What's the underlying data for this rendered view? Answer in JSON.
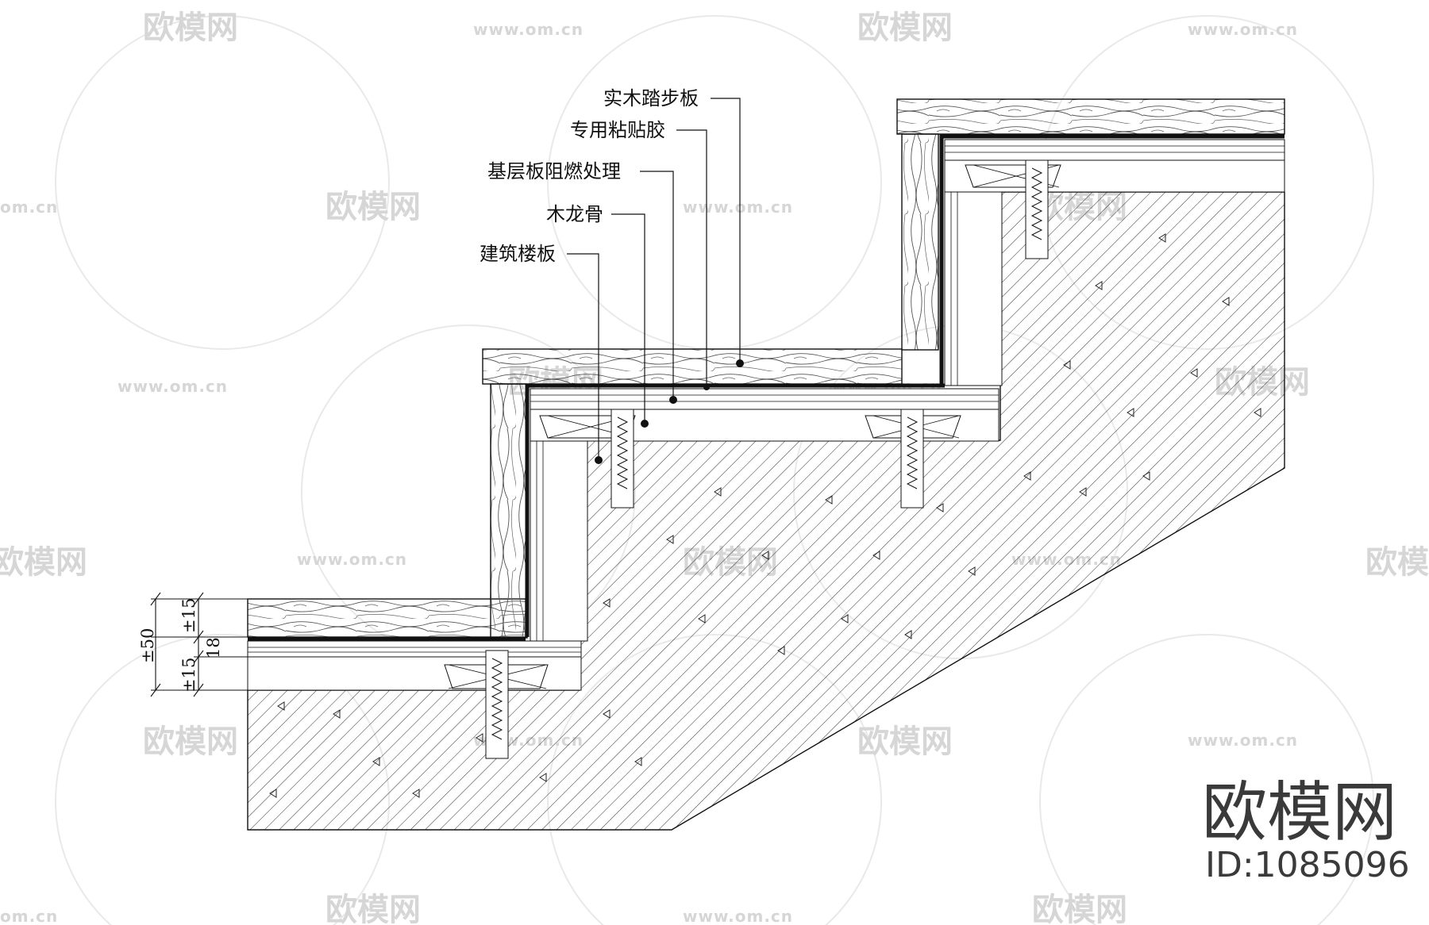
{
  "labels": [
    {
      "text": "实木踏步板"
    },
    {
      "text": "专用粘贴胶"
    },
    {
      "text": "基层板阻燃处理"
    },
    {
      "text": "木龙骨"
    },
    {
      "text": "建筑楼板"
    }
  ],
  "dimensions": {
    "total": "±50",
    "top": "±15",
    "middle": "18",
    "bottom": "±15"
  },
  "watermark": {
    "brand_text": "欧模网",
    "url_text": "www.om.cn",
    "url_partial": "om.cn"
  },
  "brand": {
    "name": "欧模网",
    "id": "ID:1085096"
  }
}
